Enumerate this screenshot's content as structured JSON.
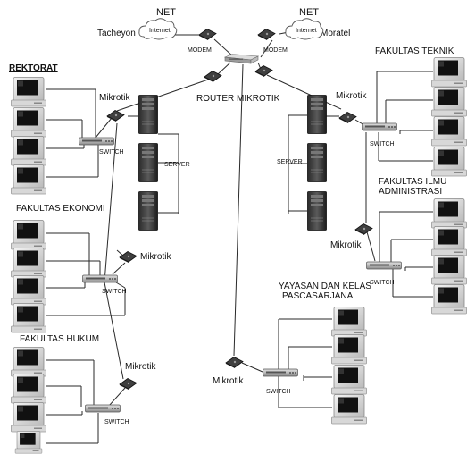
{
  "labels": {
    "net_left": "NET",
    "net_right": "NET",
    "isp_left": "Tacheyon",
    "isp_right": "Moratel",
    "cloud_text_left": "Internet",
    "cloud_text_right": "Internet",
    "modem_left": "MODEM",
    "modem_right": "MODEM",
    "router": "ROUTER MIKROTIK",
    "rektorat": "REKTORAT",
    "fak_ekonomi": "FAKULTAS EKONOMI",
    "fak_hukum": "FAKULTAS HUKUM",
    "fak_teknik": "FAKULTAS TEKNIK",
    "fak_ilmu_1": "FAKULTAS ILMU",
    "fak_ilmu_2": "ADMINISTRASI",
    "yayasan_1": "YAYASAN DAN KELAS",
    "yayasan_2": "PASCASARJANA",
    "mikrotik": "Mikrotik",
    "switch": "SWITCH",
    "server": "SERVER"
  },
  "icons": {
    "cloud": "cloud-icon",
    "modem": "modem-icon",
    "router": "router-icon",
    "switch": "switch-icon",
    "server": "server-tower-icon",
    "workstation": "desktop-computer-icon"
  }
}
